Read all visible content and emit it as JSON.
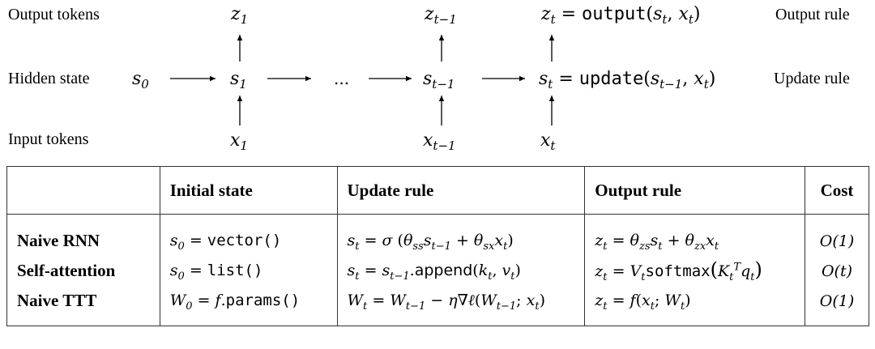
{
  "diagram": {
    "row_labels": {
      "output": "Output tokens",
      "hidden": "Hidden state",
      "input": "Input tokens"
    },
    "rule_labels": {
      "output": "Output rule",
      "update": "Update rule"
    },
    "ellipsis": "...",
    "output_rule_fn": "output",
    "update_rule_fn": "update"
  },
  "table": {
    "headers": [
      "",
      "Initial state",
      "Update rule",
      "Output rule",
      "Cost"
    ],
    "rows": [
      {
        "name": "Naive RNN",
        "cost": "O(1)"
      },
      {
        "name": "Self-attention",
        "cost": "O(t)"
      },
      {
        "name": "Naive TTT",
        "cost": "O(1)"
      }
    ],
    "fn_vector": "vector()",
    "fn_list": "list()",
    "fn_params": "params()",
    "fn_append": "append",
    "fn_softmax": "softmax"
  }
}
